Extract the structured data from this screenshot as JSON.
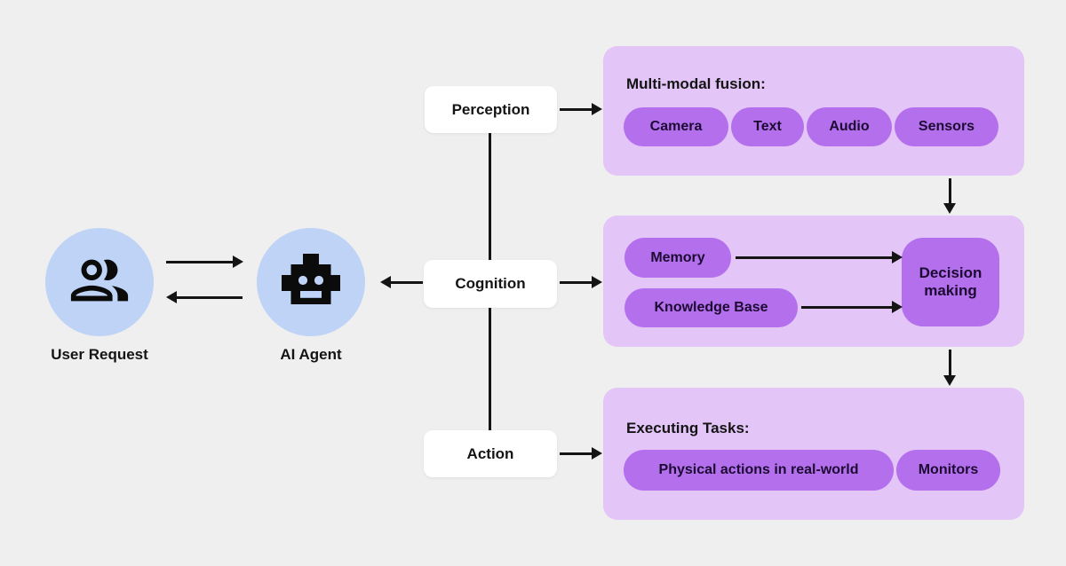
{
  "colors": {
    "background": "#EFEFEF",
    "panel_bg": "#E4C5F7",
    "pill_bg": "#B470EC",
    "pill_text": "#1C0A33",
    "circle_bg": "#BED3F6",
    "node_bg": "#FFFFFF",
    "ink": "#141414"
  },
  "actors": {
    "user": {
      "label": "User Request",
      "icon": "people-icon"
    },
    "agent": {
      "label": "AI Agent",
      "icon": "robot-icon"
    }
  },
  "stages": {
    "perception": {
      "label": "Perception"
    },
    "cognition": {
      "label": "Cognition"
    },
    "action": {
      "label": "Action"
    }
  },
  "panels": {
    "perception": {
      "title": "Multi-modal fusion:",
      "pills": [
        "Camera",
        "Text",
        "Audio",
        "Sensors"
      ]
    },
    "cognition": {
      "pills": [
        "Memory",
        "Knowledge Base"
      ],
      "decision_label": "Decision making"
    },
    "action": {
      "title": "Executing Tasks:",
      "pills": [
        "Physical actions in real-world",
        "Monitors"
      ]
    }
  }
}
